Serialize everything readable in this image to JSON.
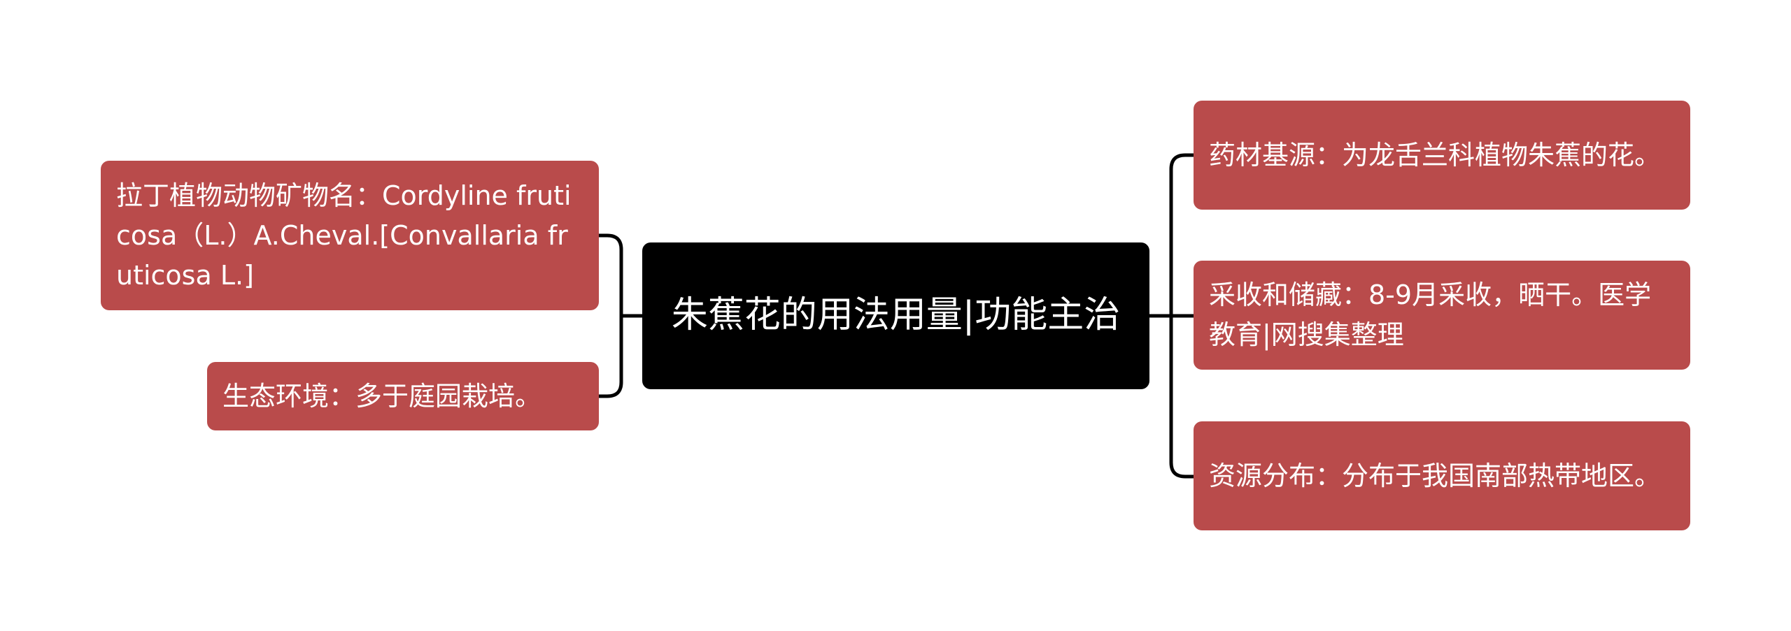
{
  "root": {
    "label": "朱蕉花的用法用量|功能主治"
  },
  "left": [
    {
      "label": "拉丁植物动物矿物名：Cordyline fruticosa（L.）A.Cheval.[Convallaria fruticosa L.]"
    },
    {
      "label": "生态环境：多于庭园栽培。"
    }
  ],
  "right": [
    {
      "label": "药材基源：为龙舌兰科植物朱蕉的花。"
    },
    {
      "label": "采收和储藏：8-9月采收，晒干。医学教育|网搜集整理"
    },
    {
      "label": "资源分布：分布于我国南部热带地区。"
    }
  ],
  "colors": {
    "root_bg": "#000000",
    "leaf_bg": "#b94b4b",
    "connector": "#000000",
    "text": "#ffffff"
  }
}
